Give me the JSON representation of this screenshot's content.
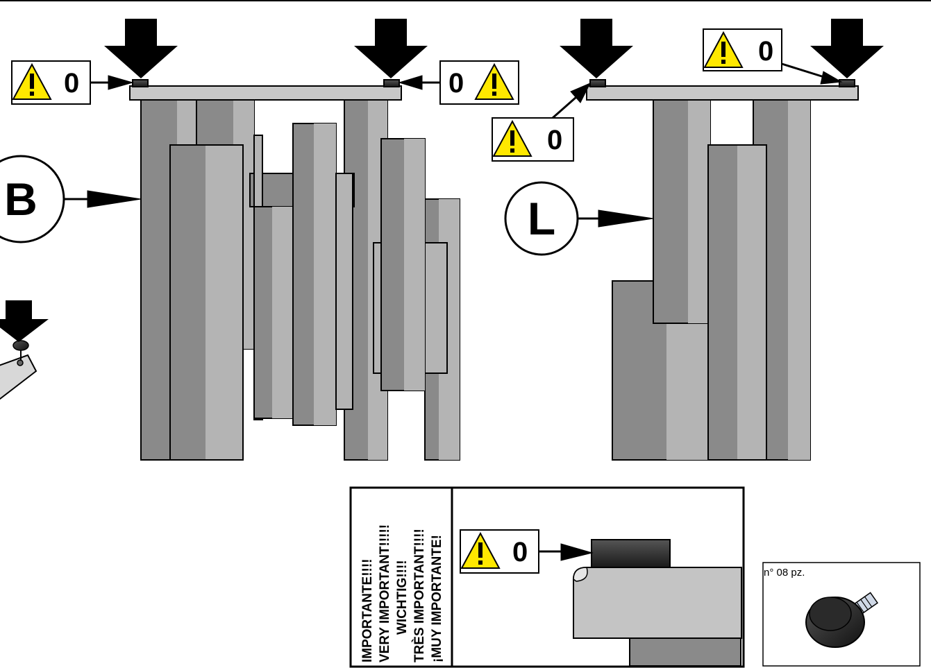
{
  "warning_value": "0",
  "labels": {
    "left_assembly": "B",
    "right_assembly": "L"
  },
  "important_notice": [
    "IMPORTANTE!!!!",
    "VERY IMPORTANT!!!!!",
    "WICHTIG!!!!",
    "TRÈS IMPORTANT!!!!",
    "¡MUY IMPORTANTE!"
  ],
  "part_quantity": "n° 08 pz.",
  "colors": {
    "warning_yellow": "#ffe800",
    "panel_dark": "#8a8a8a",
    "panel_light": "#b4b4b4",
    "outline": "#000000"
  },
  "icons": [
    "warning-icon",
    "down-arrow-icon",
    "pointer-arrow-icon",
    "leveling-foot-icon"
  ]
}
